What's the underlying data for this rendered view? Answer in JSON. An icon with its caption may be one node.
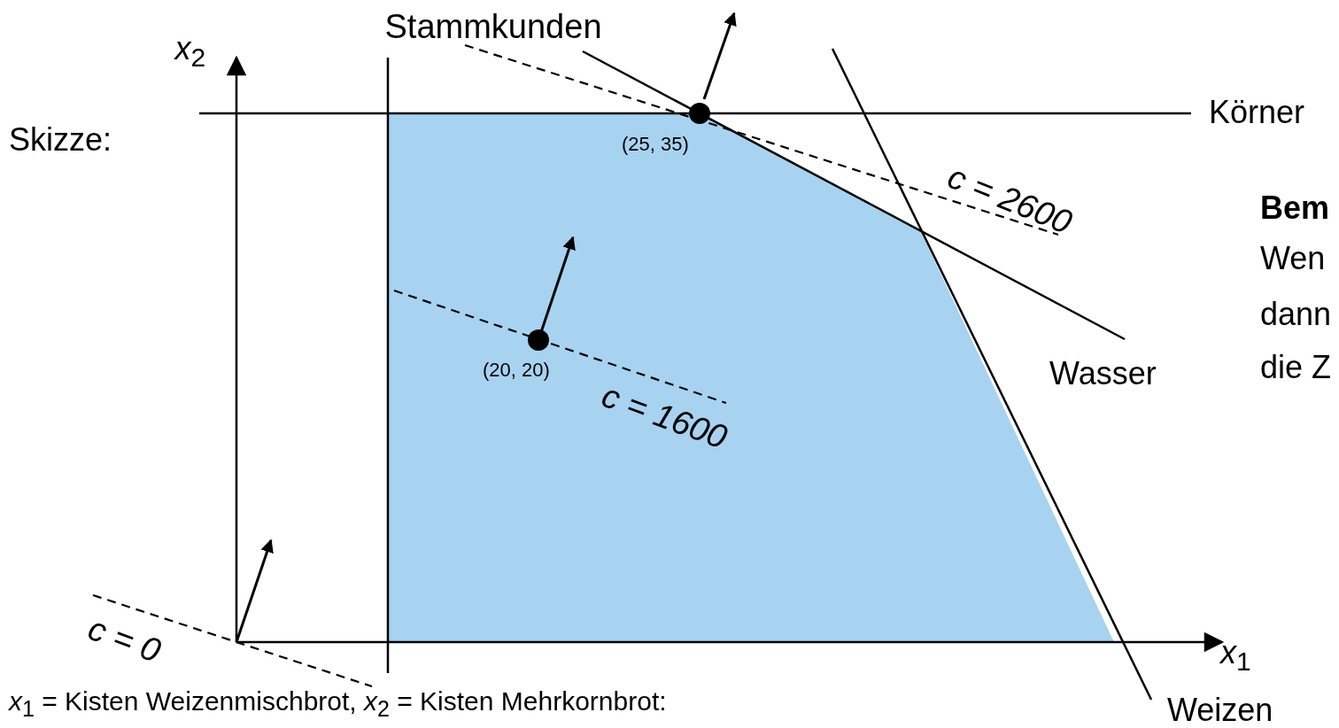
{
  "diagram": {
    "labels": [
      "Stammkunden",
      "*x*$_{2}$",
      "Körner",
      "Skizze:",
      "(25, 35)",
      "c = 2600",
      "Bem",
      "Wen",
      "dann",
      "(20, 20)",
      "Wasser",
      "die Z",
      "c = 1600",
      "c = 0",
      "*x*$_{1}$",
      "*x*$_{1}$ = Kisten Weizenmischbrot, *x*$_{2}$ = Kisten Mehrkornbrot:",
      "Weizen"
    ]
  }
}
